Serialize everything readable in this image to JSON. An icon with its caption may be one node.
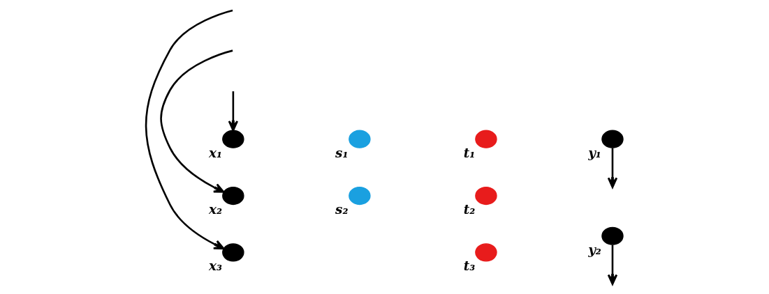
{
  "diagram": {
    "nodes": [
      {
        "text": [],
        "shape": "circle",
        "beside": [
          "x₁"
        ]
      },
      {
        "text": [],
        "shape": "circle",
        "beside": [
          "x₂"
        ]
      },
      {
        "text": [],
        "shape": "circle",
        "beside": [
          "x₃"
        ]
      },
      {
        "text": [],
        "shape": "circle",
        "beside": [
          "s₁"
        ]
      },
      {
        "text": [],
        "shape": "circle",
        "beside": [
          "s₂"
        ]
      },
      {
        "text": [],
        "shape": "circle",
        "beside": [
          "t₁"
        ]
      },
      {
        "text": [],
        "shape": "circle",
        "beside": [
          "t₂"
        ]
      },
      {
        "text": [],
        "shape": "circle",
        "beside": [
          "t₃"
        ]
      },
      {
        "text": [],
        "shape": "circle",
        "beside": [
          "y₁"
        ]
      },
      {
        "text": [],
        "shape": "circle",
        "beside": [
          "y₂"
        ]
      }
    ],
    "edges": [
      {
        "from": null,
        "to": 0,
        "arrow": "to"
      },
      {
        "from": null,
        "to": 1,
        "arrow": "to"
      },
      {
        "from": null,
        "to": 2,
        "arrow": "to"
      },
      {
        "from": 8,
        "to": null,
        "arrow": "to"
      },
      {
        "from": 9,
        "to": null,
        "arrow": "to"
      }
    ]
  }
}
